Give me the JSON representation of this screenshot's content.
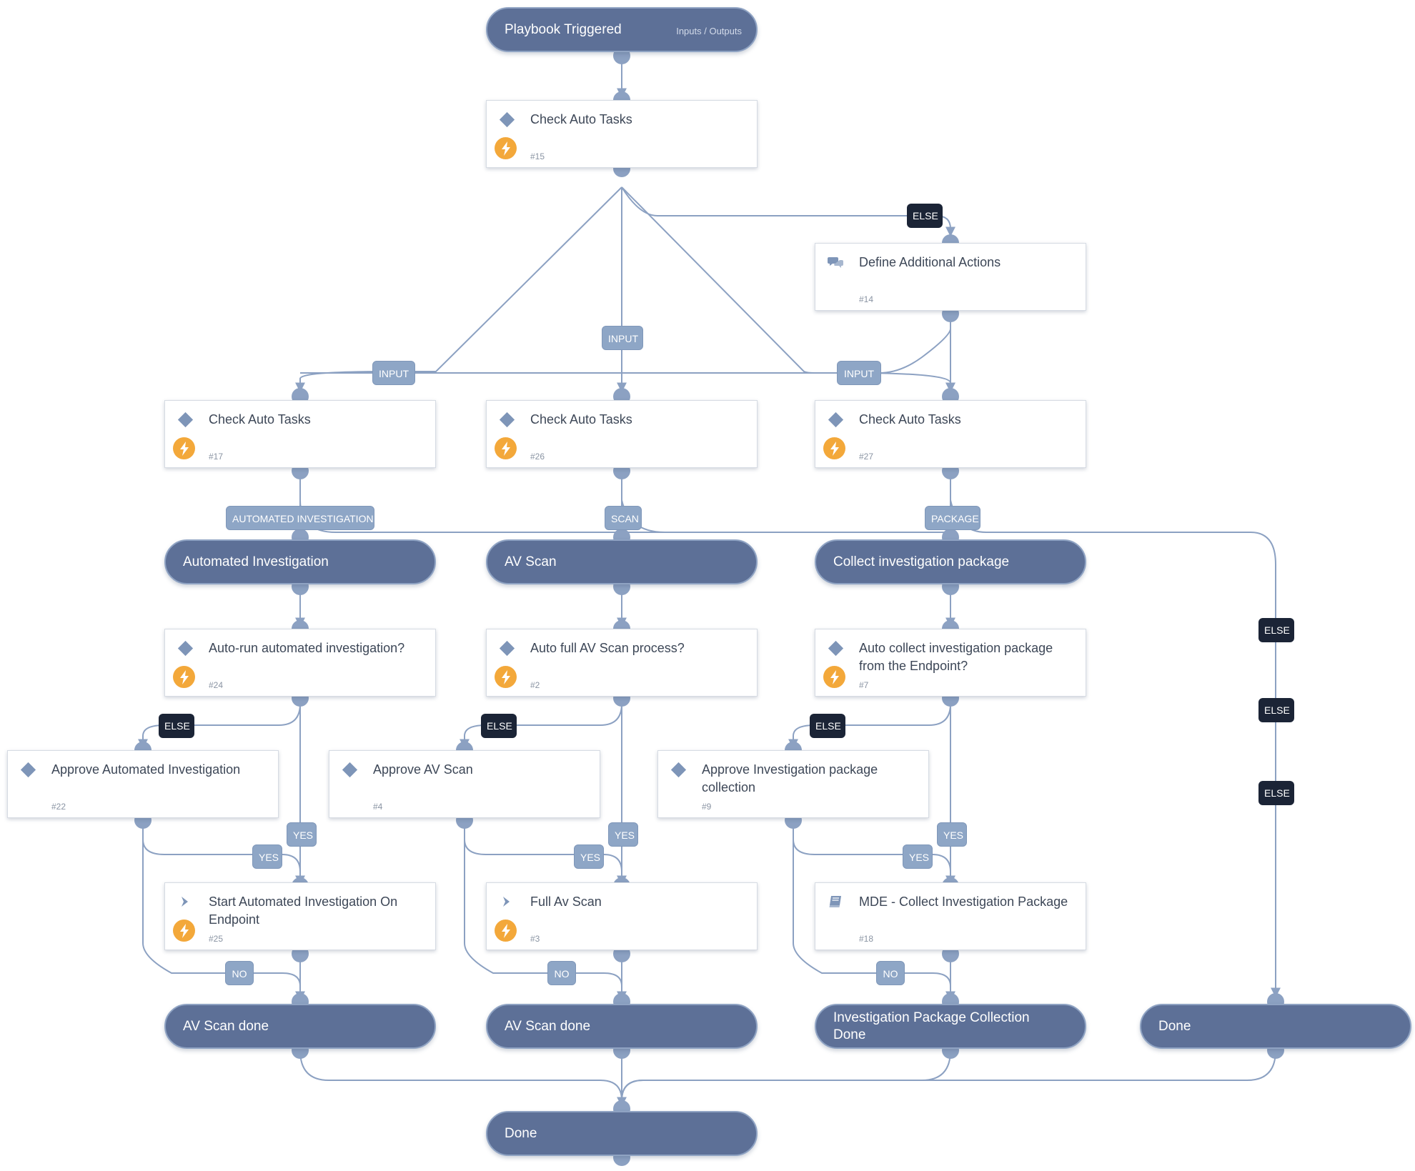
{
  "colors": {
    "edge": "#8ca1c2",
    "pill_fill": "#5d7097",
    "label_light": "#8ea6c6",
    "label_dark": "#1b2436",
    "automation_circle": "#f3a83a",
    "icon": "#7e95b8"
  },
  "trigger": {
    "title": "Playbook Triggered",
    "io": "Inputs / Outputs"
  },
  "sections": {
    "automated": "Automated Investigation",
    "avscan": "AV Scan",
    "collect": "Collect investigation package"
  },
  "ends": {
    "av_scan_done_1": "AV Scan done",
    "av_scan_done_2": "AV Scan done",
    "package_done": "Investigation Package Collection Done",
    "done_right": "Done",
    "done_final": "Done"
  },
  "tasks": {
    "t15": {
      "title": "Check Auto Tasks",
      "num": "#15",
      "icon": "diamond-icon"
    },
    "t14": {
      "title": "Define Additional Actions",
      "num": "#14",
      "icon": "chat-icon"
    },
    "t17": {
      "title": "Check Auto Tasks",
      "num": "#17",
      "icon": "diamond-icon"
    },
    "t26": {
      "title": "Check Auto Tasks",
      "num": "#26",
      "icon": "diamond-icon"
    },
    "t27": {
      "title": "Check Auto Tasks",
      "num": "#27",
      "icon": "diamond-icon"
    },
    "t24": {
      "title": "Auto-run automated investigation?",
      "num": "#24",
      "icon": "diamond-icon"
    },
    "t2": {
      "title": "Auto full AV Scan process?",
      "num": "#2",
      "icon": "diamond-icon"
    },
    "t7": {
      "title": "Auto collect investigation package from the Endpoint?",
      "num": "#7",
      "icon": "diamond-icon"
    },
    "t22": {
      "title": "Approve Automated Investigation",
      "num": "#22",
      "icon": "diamond-icon"
    },
    "t4": {
      "title": "Approve AV Scan",
      "num": "#4",
      "icon": "diamond-icon"
    },
    "t9": {
      "title": "Approve Investigation package collection",
      "num": "#9",
      "icon": "diamond-icon"
    },
    "t25": {
      "title": "Start Automated Investigation On Endpoint",
      "num": "#25",
      "icon": "chevron-icon"
    },
    "t3": {
      "title": "Full Av Scan",
      "num": "#3",
      "icon": "chevron-icon"
    },
    "t18": {
      "title": "MDE - Collect Investigation Package",
      "num": "#18",
      "icon": "book-icon"
    }
  },
  "labels": {
    "else_top": "ELSE",
    "input_left": "INPUT",
    "input_mid": "INPUT",
    "input_right": "INPUT",
    "automated_investigation": "AUTOMATED INVESTIGATION",
    "scan": "SCAN",
    "package": "PACKAGE",
    "else_1": "ELSE",
    "else_2": "ELSE",
    "else_3": "ELSE",
    "else_col1": "ELSE",
    "else_col2": "ELSE",
    "else_col3": "ELSE",
    "yes_col1_a": "YES",
    "yes_col1_b": "YES",
    "yes_col2_a": "YES",
    "yes_col2_b": "YES",
    "yes_col3_a": "YES",
    "yes_col3_b": "YES",
    "no_col1": "NO",
    "no_col2": "NO",
    "no_col3": "NO"
  }
}
